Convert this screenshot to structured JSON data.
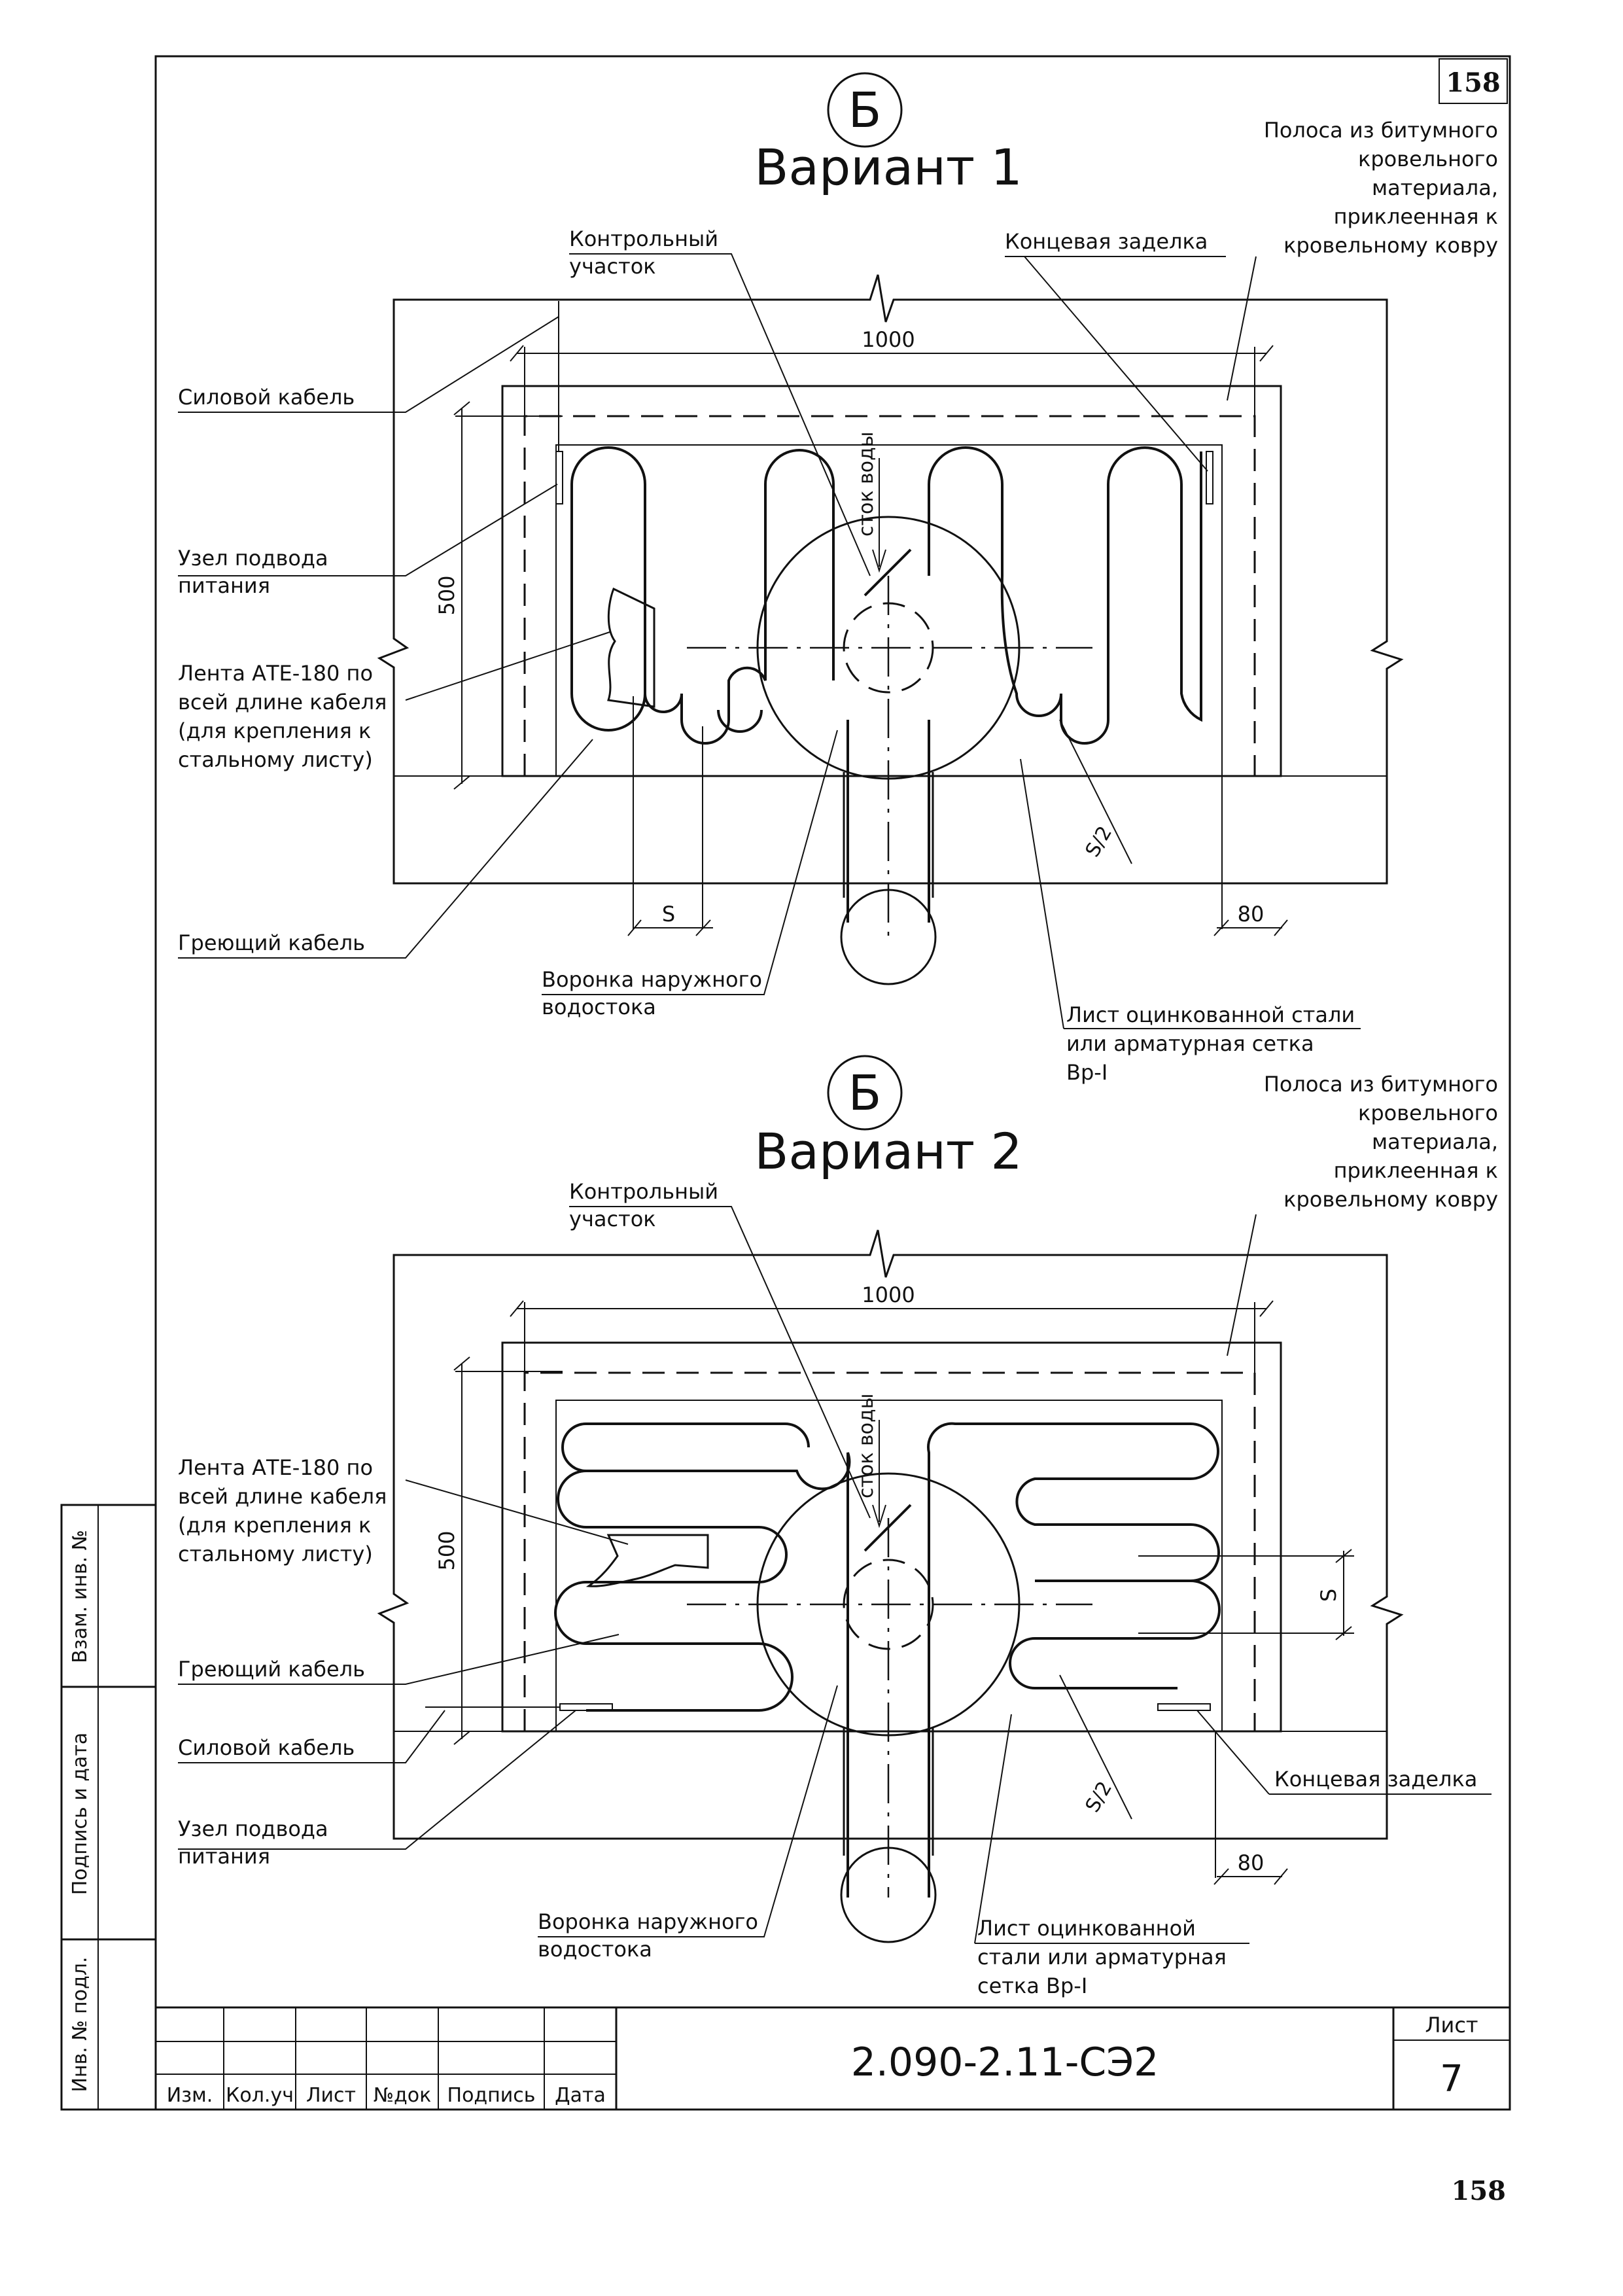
{
  "page": {
    "corner_sheet_number": "158",
    "bottom_page_number": "158"
  },
  "variant1": {
    "section_marker": "Б",
    "title": "Вариант 1",
    "labels": {
      "control_section": [
        "Контрольный",
        "участок"
      ],
      "end_seal": "Концевая заделка",
      "bitumen_strip": [
        "Полоса из битумного",
        "кровельного",
        "материала,",
        "приклеенная к",
        "кровельному ковру"
      ],
      "power_cable": "Силовой кабель",
      "power_node": [
        "Узел подвода",
        "питания"
      ],
      "tape": [
        "Лента АТЕ-180 по",
        "всей длине кабеля",
        "(для крепления к",
        "стальному листу)"
      ],
      "heating_cable": "Греющий кабель",
      "funnel": [
        "Воронка наружного",
        "водостока"
      ],
      "steel_sheet": [
        "Лист оцинкованной стали",
        "или арматурная сетка",
        "Вр-I"
      ],
      "water_flow": "сток воды"
    },
    "dims": {
      "width": "1000",
      "height": "500",
      "step": "S",
      "half_step": "S/2",
      "offset": "80"
    }
  },
  "variant2": {
    "section_marker": "Б",
    "title": "Вариант 2",
    "labels": {
      "control_section": [
        "Контрольный",
        "участок"
      ],
      "bitumen_strip": [
        "Полоса из битумного",
        "кровельного",
        "материала,",
        "приклеенная к",
        "кровельному ковру"
      ],
      "tape": [
        "Лента АТЕ-180 по",
        "всей длине кабеля",
        "(для крепления к",
        "стальному листу)"
      ],
      "heating_cable": "Греющий кабель",
      "power_cable": "Силовой кабель",
      "power_node": [
        "Узел подвода",
        "питания"
      ],
      "end_seal": "Концевая заделка",
      "funnel": [
        "Воронка наружного",
        "водостока"
      ],
      "steel_sheet": [
        "Лист оцинкованной",
        "стали или арматурная",
        "сетка Вр-I"
      ],
      "water_flow": "сток воды"
    },
    "dims": {
      "width": "1000",
      "height": "500",
      "step": "S",
      "half_step": "S/2",
      "offset": "80"
    }
  },
  "side_stamp": {
    "fields": [
      "Взам. инв. №",
      "Подпись и дата",
      "Инв. № подл."
    ]
  },
  "title_block": {
    "document_code": "2.090-2.11-СЭ2",
    "sheet_label": "Лист",
    "sheet_number": "7",
    "columns": [
      "Изм.",
      "Кол.уч",
      "Лист",
      "№док",
      "Подпись",
      "Дата"
    ]
  }
}
